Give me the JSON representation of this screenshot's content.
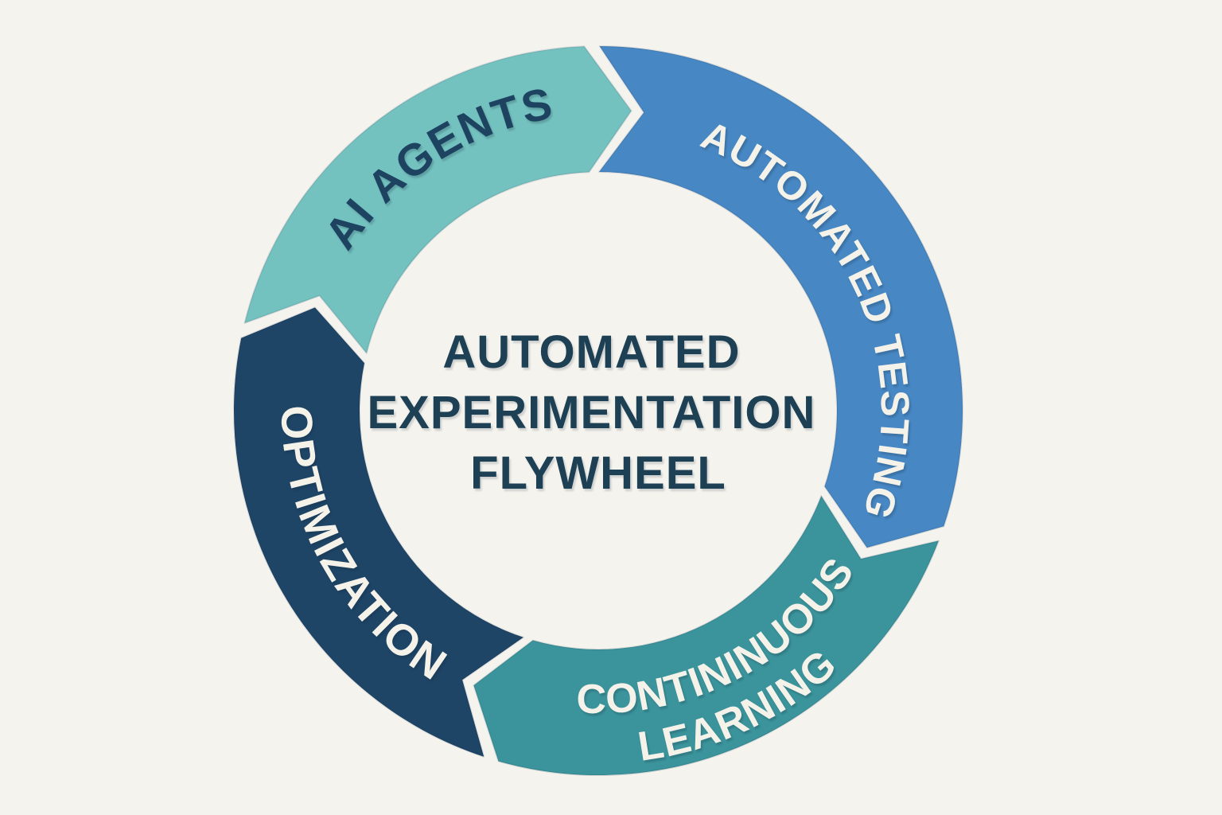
{
  "page": {
    "background_color": "#f5f3ed"
  },
  "diagram": {
    "type": "circular-flywheel",
    "flow_direction": "clockwise",
    "center": {
      "lines": [
        "AUTOMATED",
        "EXPERIMENTATION",
        "FLYWHEEL"
      ],
      "text_color": "#1d4055"
    },
    "segments": [
      {
        "label": "AI AGENTS",
        "color": "#74c2c0",
        "label_color": "#1d4360",
        "position": "top-left"
      },
      {
        "label": "AUTOMATED TESTING",
        "color": "#4787c3",
        "label_color": "#f5f2ea",
        "position": "right"
      },
      {
        "label": "CONTININUOUS LEARNING",
        "label_line1": "CONTININUOUS",
        "label_line2": "LEARNING",
        "color": "#3b949b",
        "label_color": "#f5f2ea",
        "position": "bottom-right"
      },
      {
        "label": "OPTIMIZATION",
        "color": "#1e4466",
        "label_color": "#f5f2ea",
        "position": "left"
      }
    ]
  }
}
